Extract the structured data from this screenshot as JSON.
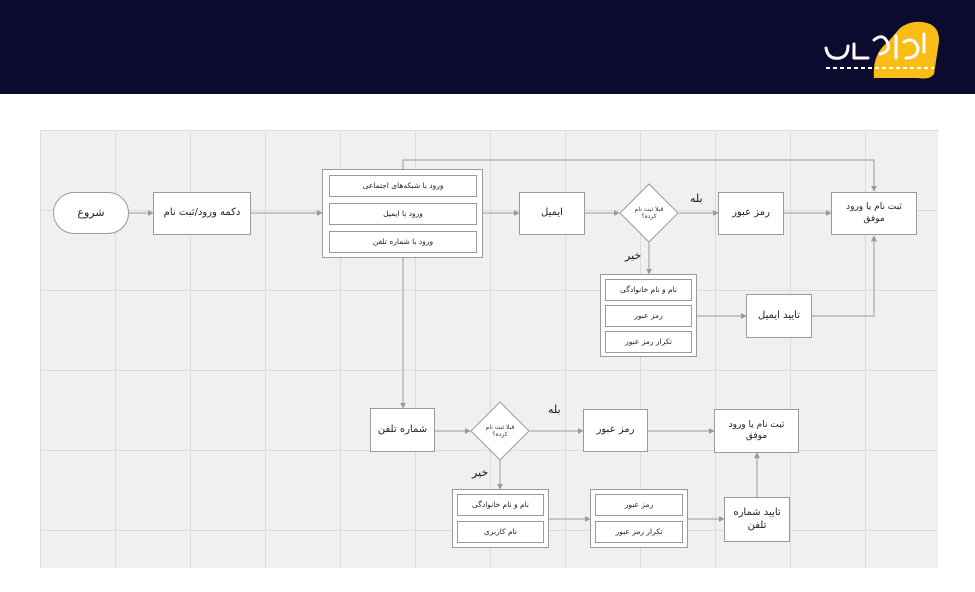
{
  "header": {
    "background": "#0d0a30",
    "logo_accent": "#f9bd17"
  },
  "flow_top": {
    "start": "شروع",
    "login_button": "دکمه ورود/ثبت نام",
    "login_options": [
      "ورود با شبکه‌های اجتماعی",
      "ورود با ایمیل",
      "ورود با شماره تلفن"
    ],
    "email": "ایمیل",
    "decision": "قبلا ثبت نام کرده؟",
    "yes": "بله",
    "no": "خیر",
    "password": "رمز عبور",
    "success": "ثبت نام یا ورود موفق",
    "form": [
      "نام و نام خانوادگی",
      "رمز عبور",
      "تکرار رمز عبور"
    ],
    "verify": "تایید ایمیل"
  },
  "flow_bottom": {
    "phone": "شماره تلفن",
    "decision": "قبلا ثبت نام کرده؟",
    "yes": "بله",
    "no": "خیر",
    "password": "رمز عبور",
    "success": "ثبت نام یا ورود موفق",
    "form": [
      "نام و نام خانوادگی",
      "نام کاربری"
    ],
    "password_form": [
      "رمز عبور",
      "تکرار رمز عبور"
    ],
    "verify": "تایید شماره تلفن"
  }
}
